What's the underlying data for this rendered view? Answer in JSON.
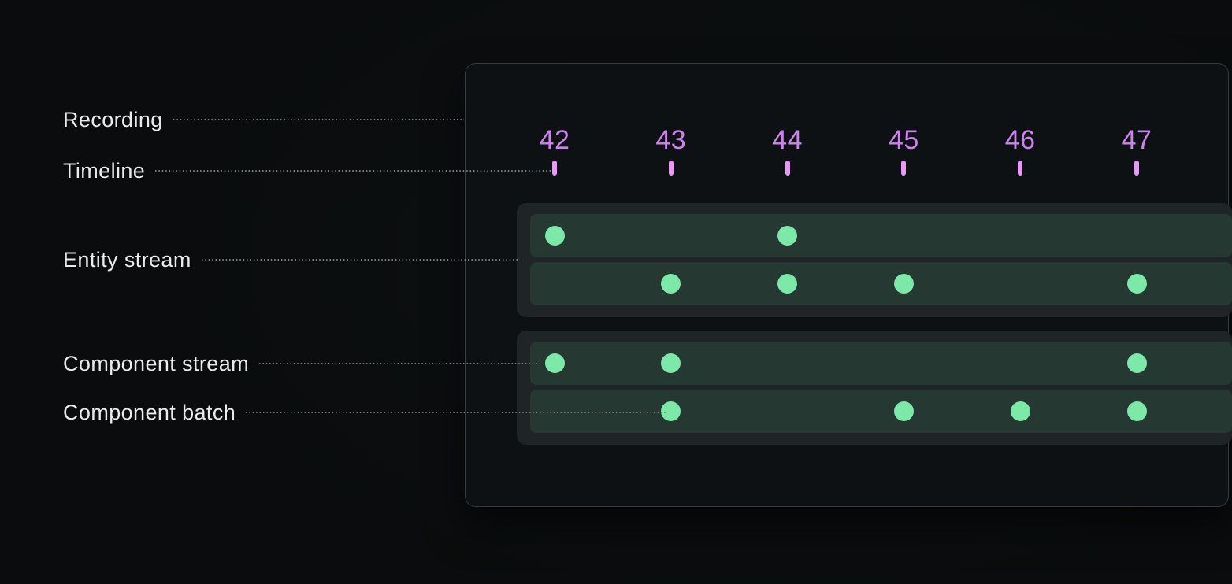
{
  "colors": {
    "page_bg": "#0b0d0e",
    "panel_bg": "#0e1113",
    "panel_border": "#353b3e",
    "container_bg": "#1f2427",
    "row_bg": "#253832",
    "dot_green": "#7de9a9",
    "tick_label_purple": "#cf81f0",
    "tick_mark_purple": "#ea97f7",
    "label_text": "#e9ebeb",
    "leader_gray": "#7c8081"
  },
  "annotations": [
    {
      "id": "recording",
      "label": "Recording"
    },
    {
      "id": "timeline",
      "label": "Timeline"
    },
    {
      "id": "entity-stream",
      "label": "Entity stream"
    },
    {
      "id": "component-stream",
      "label": "Component stream"
    },
    {
      "id": "component-batch",
      "label": "Component batch"
    }
  ],
  "timeline": {
    "ticks": [
      "42",
      "43",
      "44",
      "45",
      "46",
      "47"
    ]
  },
  "streams": {
    "entity": {
      "rows": [
        {
          "name": "entity-stream-row-1",
          "dots": [
            42,
            44
          ]
        },
        {
          "name": "entity-stream-row-2",
          "dots": [
            43,
            44,
            45,
            47
          ]
        }
      ]
    },
    "component": {
      "rows": [
        {
          "name": "component-stream-row",
          "dots": [
            42,
            43,
            47
          ]
        },
        {
          "name": "component-batch-row",
          "dots": [
            43,
            45,
            46,
            47
          ]
        }
      ]
    }
  },
  "chart_data": {
    "type": "scatter",
    "title": "",
    "x_ticks": [
      42,
      43,
      44,
      45,
      46,
      47
    ],
    "series": [
      {
        "name": "entity-stream-row-1",
        "x": [
          42,
          44
        ]
      },
      {
        "name": "entity-stream-row-2",
        "x": [
          43,
          44,
          45,
          47
        ]
      },
      {
        "name": "component-stream-row",
        "x": [
          42,
          43,
          47
        ]
      },
      {
        "name": "component-batch-row",
        "x": [
          43,
          45,
          46,
          47
        ]
      }
    ]
  }
}
